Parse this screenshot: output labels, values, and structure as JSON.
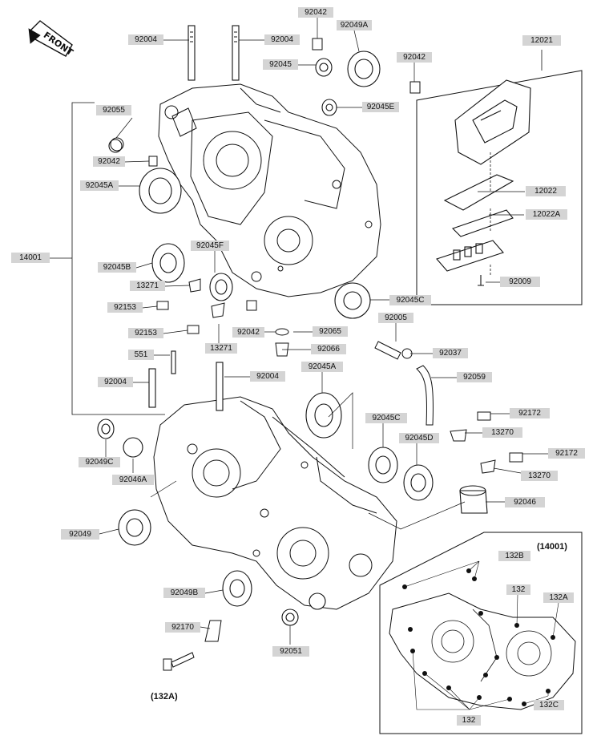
{
  "front_badge": "FRONT",
  "labels": {
    "p92004_a": "92004",
    "p92004_b": "92004",
    "p92042_top": "92042",
    "p92049a": "92049A",
    "p92045": "92045",
    "p92042_right": "92042",
    "p12021": "12021",
    "p92055": "92055",
    "p92045e": "92045E",
    "p92042_left": "92042",
    "p92045a_top": "92045A",
    "p12022": "12022",
    "p12022a": "12022A",
    "p14001": "14001",
    "p92045b": "92045B",
    "p92045f": "92045F",
    "p13271_a": "13271",
    "p92009": "92009",
    "p92153_a": "92153",
    "p92045c_top": "92045C",
    "p92005": "92005",
    "p92153_b": "92153",
    "p92042_mid": "92042",
    "p92065": "92065",
    "p13271_b": "13271",
    "p92066": "92066",
    "p92037": "92037",
    "p551": "551",
    "p92045a_mid": "92045A",
    "p92004_c": "92004",
    "p92004_d": "92004",
    "p92059": "92059",
    "p92045c_mid": "92045C",
    "p92172_a": "92172",
    "p13270_a": "13270",
    "p92049c": "92049C",
    "p92045d": "92045D",
    "p92046a": "92046A",
    "p92172_b": "92172",
    "p13270_b": "13270",
    "p92046": "92046",
    "p92049": "92049",
    "p132b": "132B",
    "p92049b": "92049B",
    "p132_a": "132",
    "p132a": "132A",
    "p92170": "92170",
    "p92051": "92051",
    "p132c": "132C",
    "p132_b": "132"
  },
  "ref_14001": "(14001)",
  "ref_132a": "(132A)"
}
